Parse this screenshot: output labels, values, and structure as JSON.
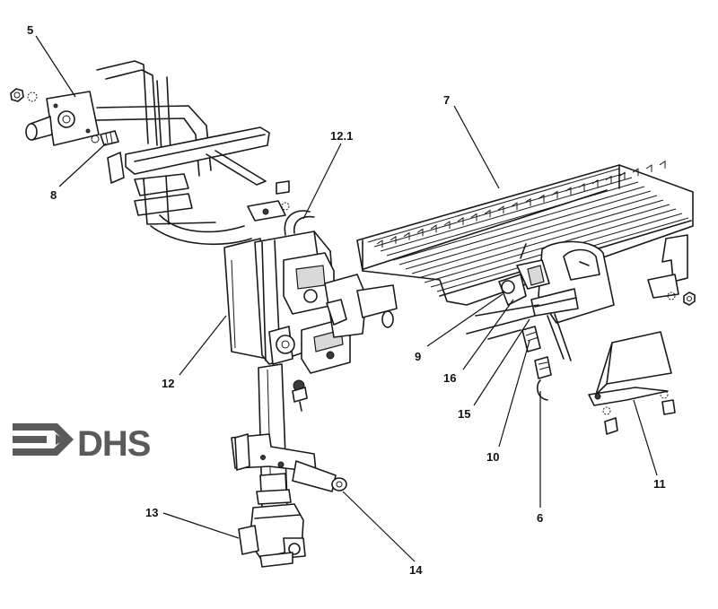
{
  "diagram": {
    "callouts": [
      {
        "id": "c5",
        "label": "5"
      },
      {
        "id": "c8",
        "label": "8"
      },
      {
        "id": "c12_1",
        "label": "12.1"
      },
      {
        "id": "c7",
        "label": "7"
      },
      {
        "id": "c12",
        "label": "12"
      },
      {
        "id": "c9",
        "label": "9"
      },
      {
        "id": "c16",
        "label": "16"
      },
      {
        "id": "c15",
        "label": "15"
      },
      {
        "id": "c10",
        "label": "10"
      },
      {
        "id": "c6",
        "label": "6"
      },
      {
        "id": "c11",
        "label": "11"
      },
      {
        "id": "c13",
        "label": "13"
      },
      {
        "id": "c14",
        "label": "14"
      }
    ]
  },
  "logo": {
    "text": "DHS",
    "color": "#5a5a5a"
  }
}
